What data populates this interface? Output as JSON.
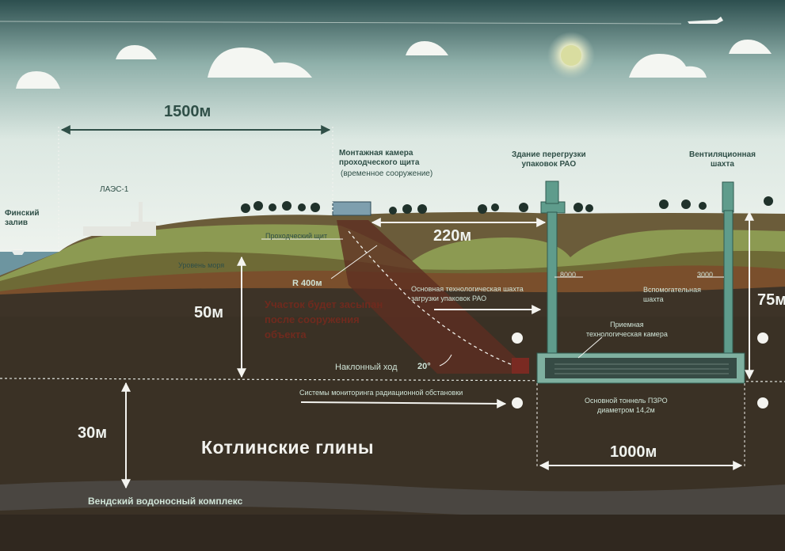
{
  "labels": {
    "gulf": "Финский\nзалив",
    "laes": "ЛАЭС-1",
    "dist_1500": "1500м",
    "mount_chamber": "Монтажная камера\nпроходческого щита",
    "mount_chamber_note": "(временное сооружение)",
    "reload_building": "Здание перегрузки\nупаковок РАО",
    "vent_shaft": "Вентиляционная\nшахта",
    "shield": "Проходческий щит",
    "sea_level": "Уровень моря",
    "dist_220": "220м",
    "radius": "R 400м",
    "fill_note": "Участок будет засыпан после сооружения объекта",
    "main_shaft": "Основная технологическая шахта\nзагрузки упаковок РАО",
    "dim_8000": "8000",
    "dim_3000": "3000",
    "aux_shaft": "Вспомогательная\nшахта",
    "depth_75": "75м",
    "depth_50": "50м",
    "receiving_chamber": "Приемная\nтехнологическая камера",
    "incline": "Наклонный ход",
    "incline_angle": "20°",
    "monitoring": "Системы мониторинга радиационной обстановки",
    "main_tunnel": "Основной тоннель ПЗРО\nдиаметром 14,2м",
    "depth_30": "30м",
    "kotlin_clays": "Котлинские глины",
    "dist_1000": "1000м",
    "vendian": "Вендский водоносный комплекс"
  },
  "colors": {
    "sky_top": "#2d4f4f",
    "sky_bottom": "#e8f0ea",
    "ground": "#3a3125",
    "structure": "#5f9c8c",
    "fill_zone": "#6f2a1e",
    "annotation": "#f4f4f0"
  }
}
